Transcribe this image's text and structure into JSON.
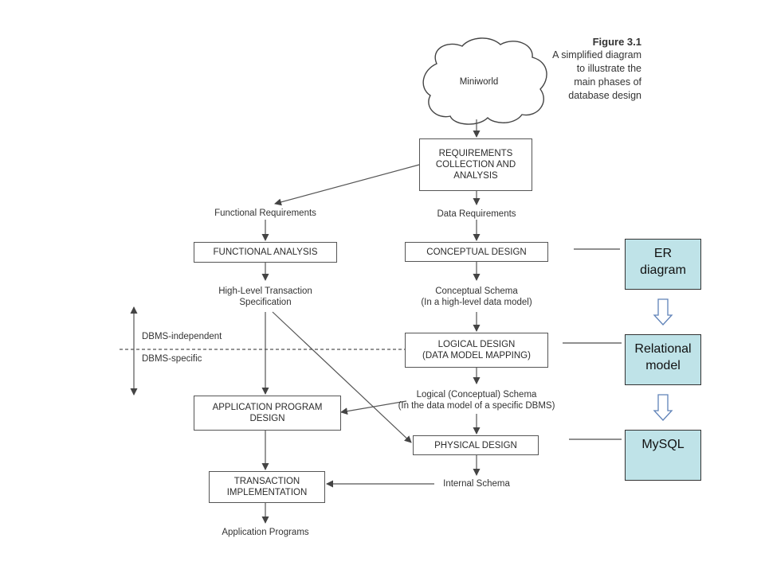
{
  "caption": {
    "figure": "Figure 3.1",
    "lines": [
      "A simplified diagram",
      "to illustrate the",
      "main phases of",
      "database design"
    ]
  },
  "cloud": {
    "label": "Miniworld"
  },
  "boxes": {
    "requirements": [
      "REQUIREMENTS",
      "COLLECTION AND",
      "ANALYSIS"
    ],
    "functional_analysis": [
      "FUNCTIONAL ANALYSIS"
    ],
    "conceptual_design": [
      "CONCEPTUAL DESIGN"
    ],
    "logical_design": [
      "LOGICAL DESIGN",
      "(DATA MODEL MAPPING)"
    ],
    "application_design": [
      "APPLICATION PROGRAM",
      "DESIGN"
    ],
    "physical_design": [
      "PHYSICAL DESIGN"
    ],
    "transaction_impl": [
      "TRANSACTION",
      "IMPLEMENTATION"
    ]
  },
  "labels": {
    "functional_requirements": [
      "Functional Requirements"
    ],
    "data_requirements": [
      "Data Requirements"
    ],
    "high_level_spec": [
      "High-Level Transaction",
      "Specification"
    ],
    "conceptual_schema": [
      "Conceptual Schema",
      "(In a high-level data model)"
    ],
    "logical_schema": [
      "Logical (Conceptual) Schema",
      "(In the data model of a specific DBMS)"
    ],
    "internal_schema": [
      "Internal Schema"
    ],
    "application_programs": [
      "Application Programs"
    ]
  },
  "side": {
    "dbms_independent": "DBMS-independent",
    "dbms_specific": "DBMS-specific"
  },
  "annotations": {
    "er": [
      "ER",
      "diagram"
    ],
    "relational": [
      "Relational",
      "model"
    ],
    "mysql": [
      "MySQL"
    ]
  },
  "colors": {
    "annotation_fill": "#bfe3e8",
    "line": "#555555"
  }
}
